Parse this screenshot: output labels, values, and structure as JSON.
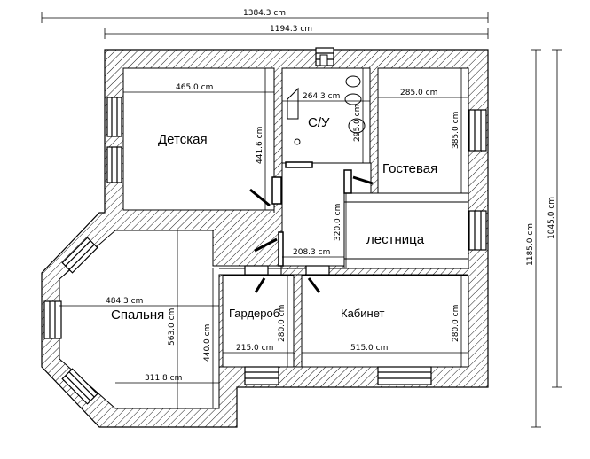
{
  "rooms": {
    "nursery": "Детская",
    "bathroom": "С/У",
    "guest": "Гостевая",
    "stairs": "лестница",
    "bedroom": "Спальня",
    "wardrobe": "Гардероб",
    "office": "Кабинет"
  },
  "dimensions": {
    "overall_width": "1384.3 cm",
    "inner_width": "1194.3 cm",
    "overall_height": "1185.0 cm",
    "inner_height": "1045.0 cm",
    "nursery_width": "465.0 cm",
    "nursery_height": "441.6 cm",
    "bathroom_width": "264.3 cm",
    "bathroom_height": "295.0 cm",
    "guest_width": "285.0 cm",
    "guest_height": "385.0 cm",
    "stairs_height": "320.0 cm",
    "corridor_width": "208.3 cm",
    "bedroom_width": "484.3 cm",
    "bedroom_height": "563.0 cm",
    "bedroom_lower_width": "311.8 cm",
    "wardrobe_width": "215.0 cm",
    "wardrobe_height": "280.0 cm",
    "wardrobe_depth": "440.0 cm",
    "office_width": "515.0 cm",
    "office_height": "280.0 cm"
  },
  "colors": {
    "wall_hatch": "#000000",
    "background": "#ffffff",
    "line": "#000000"
  }
}
